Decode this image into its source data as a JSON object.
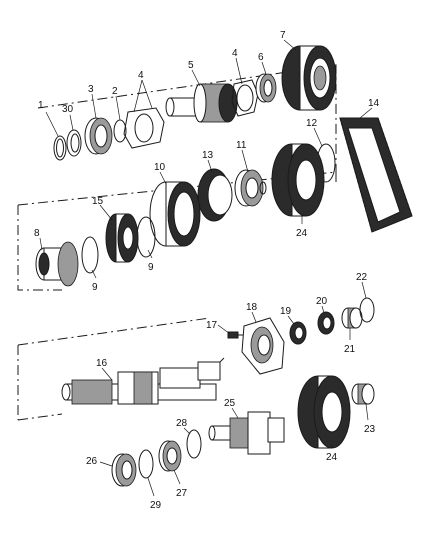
{
  "callouts": {
    "c1": "1",
    "c30": "30",
    "c3": "3",
    "c2": "2",
    "c4a": "4",
    "c5": "5",
    "c4b": "4",
    "c6": "6",
    "c7": "7",
    "c14": "14",
    "c12": "12",
    "c11": "11",
    "c13": "13",
    "c10": "10",
    "c15": "15",
    "c8": "8",
    "c9a": "9",
    "c9b": "9",
    "c24a": "24",
    "c22": "22",
    "c18": "18",
    "c17": "17",
    "c19": "19",
    "c20": "20",
    "c21": "21",
    "c16": "16",
    "c25": "25",
    "c28": "28",
    "c23": "23",
    "c26": "26",
    "c27": "27",
    "c29": "29",
    "c24b": "24"
  }
}
